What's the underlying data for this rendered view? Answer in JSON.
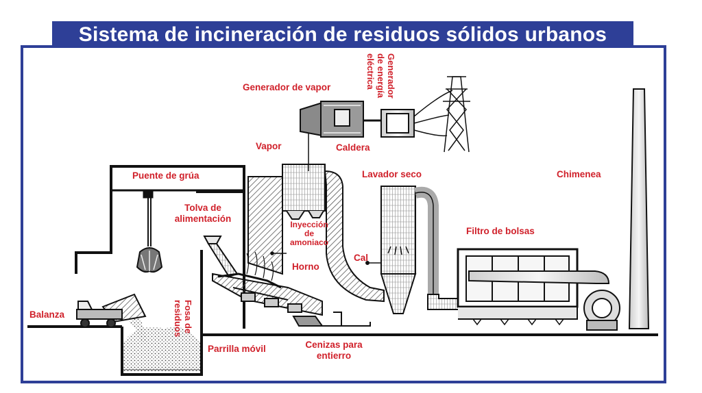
{
  "title": "Sistema de incineración de residuos sólidos urbanos",
  "labels": {
    "generador_vapor": "Generador de vapor",
    "generador_energia": [
      "Generador",
      "de energía",
      "eléctrica"
    ],
    "vapor": "Vapor",
    "caldera": "Caldera",
    "puente_grua": "Puente de grúa",
    "lavador_seco": "Lavador seco",
    "chimenea": "Chimenea",
    "tolva": [
      "Tolva de",
      "alimentación"
    ],
    "inyeccion": [
      "Inyección",
      "de",
      "amoniaco"
    ],
    "filtro": "Filtro de bolsas",
    "cal": "Cal",
    "horno": "Horno",
    "balanza": "Balanza",
    "fosa": [
      "Fosa de",
      "residuos"
    ],
    "parrilla": "Parrilla móvil",
    "cenizas": [
      "Cenizas para",
      "entierro"
    ]
  },
  "colors": {
    "frame": "#2e3f97",
    "label": "#d0202a",
    "line": "#111111"
  }
}
